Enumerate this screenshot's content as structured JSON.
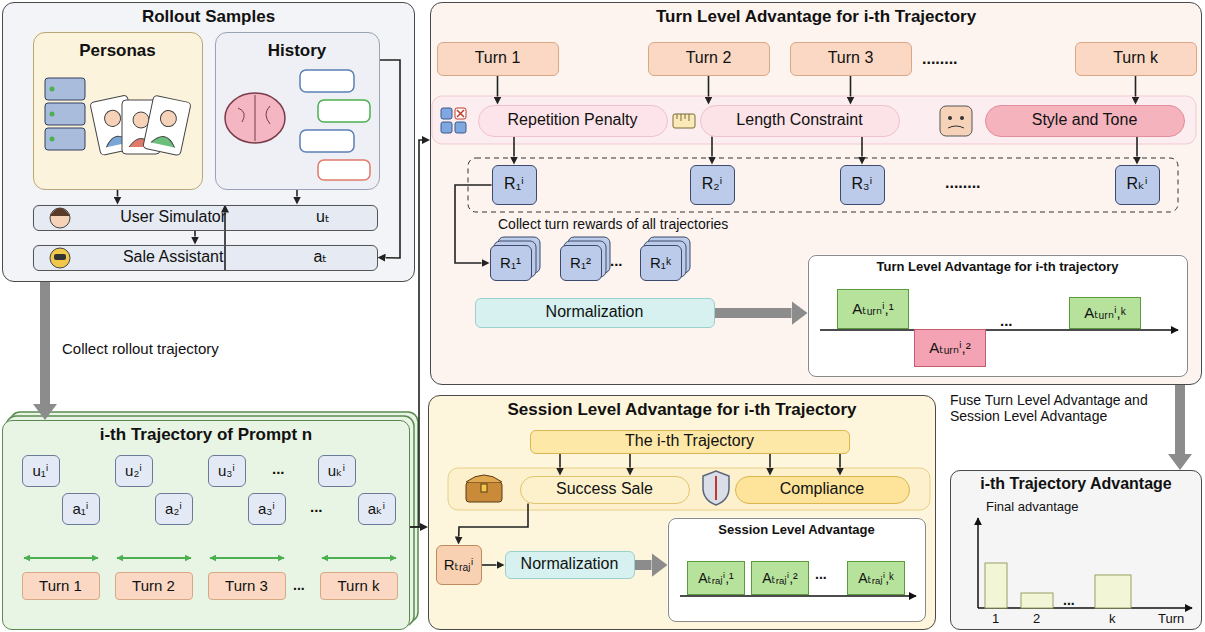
{
  "diagram": {
    "nodes": [
      {
        "text": [
          "Rollout Samples"
        ]
      },
      {
        "text": [
          "Personas"
        ],
        "in": 0
      },
      {
        "text": [
          "History"
        ],
        "in": 0
      },
      {
        "text": [
          "User Simulator",
          "uₜ"
        ],
        "in": 0
      },
      {
        "text": [
          "Sale Assistant",
          "aₜ"
        ],
        "in": 0
      },
      {
        "text": [
          "Turn Level Advantage for i-th Trajectory"
        ]
      },
      {
        "text": [
          "Turn 1"
        ],
        "in": 5
      },
      {
        "text": [
          "Turn 2"
        ],
        "in": 5
      },
      {
        "text": [
          "Turn 3"
        ],
        "in": 5
      },
      {
        "text": [
          "Turn k"
        ],
        "in": 5
      },
      {
        "text": [
          "Repetition Penalty"
        ],
        "in": 5
      },
      {
        "text": [
          "Length Constraint"
        ],
        "in": 5
      },
      {
        "text": [
          "Style and Tone"
        ],
        "in": 5
      },
      {
        "text": [
          "R₁ⁱ"
        ],
        "in": 5
      },
      {
        "text": [
          "R₂ⁱ"
        ],
        "in": 5
      },
      {
        "text": [
          "R₃ⁱ"
        ],
        "in": 5
      },
      {
        "text": [
          "Rₖⁱ"
        ],
        "in": 5
      },
      {
        "text": [
          "R₁¹"
        ],
        "in": 5
      },
      {
        "text": [
          "R₁²"
        ],
        "in": 5
      },
      {
        "text": [
          "R₁ᵏ"
        ],
        "in": 5
      },
      {
        "text": [
          "Normalization"
        ],
        "in": 5
      },
      {
        "text": [
          "Turn Level Advantage for i-th trajectory"
        ],
        "in": 5
      },
      {
        "text": [
          "Aₜᵤᵣₙⁱ,¹"
        ],
        "in": 21
      },
      {
        "text": [
          "Aₜᵤᵣₙⁱ,²"
        ],
        "in": 21
      },
      {
        "text": [
          "Aₜᵤᵣₙⁱ,ᵏ"
        ],
        "in": 21
      },
      {
        "text": [
          "i-th Trajectory of Prompt n"
        ]
      },
      {
        "text": [
          "u₁ⁱ"
        ],
        "in": 25
      },
      {
        "text": [
          "a₁ⁱ"
        ],
        "in": 25
      },
      {
        "text": [
          "u₂ⁱ"
        ],
        "in": 25
      },
      {
        "text": [
          "a₂ⁱ"
        ],
        "in": 25
      },
      {
        "text": [
          "u₃ⁱ"
        ],
        "in": 25
      },
      {
        "text": [
          "a₃ⁱ"
        ],
        "in": 25
      },
      {
        "text": [
          "uₖⁱ"
        ],
        "in": 25
      },
      {
        "text": [
          "aₖⁱ"
        ],
        "in": 25
      },
      {
        "text": [
          "Turn 1"
        ],
        "in": 25
      },
      {
        "text": [
          "Turn 2"
        ],
        "in": 25
      },
      {
        "text": [
          "Turn 3"
        ],
        "in": 25
      },
      {
        "text": [
          "Turn k"
        ],
        "in": 25
      },
      {
        "text": [
          "Session Level Advantage for i-th Trajectory"
        ]
      },
      {
        "text": [
          "The i-th Trajectory"
        ],
        "in": 38
      },
      {
        "text": [
          "Success Sale"
        ],
        "in": 38
      },
      {
        "text": [
          "Compliance"
        ],
        "in": 38
      },
      {
        "text": [
          "Rₜᵣₐⱼⁱ"
        ],
        "in": 38
      },
      {
        "text": [
          "Normalization"
        ],
        "in": 38
      },
      {
        "text": [
          "Session Level Advantage"
        ],
        "in": 38
      },
      {
        "text": [
          "Aₜᵣₐⱼⁱ,¹"
        ],
        "in": 44
      },
      {
        "text": [
          "Aₜᵣₐⱼⁱ,²"
        ],
        "in": 44
      },
      {
        "text": [
          "Aₜᵣₐⱼⁱ,ᵏ"
        ],
        "in": 44
      },
      {
        "text": [
          "i-th Trajectory Advantage"
        ]
      }
    ],
    "edges": [
      {
        "from": 1,
        "to": 3,
        "arrow": "to"
      },
      {
        "from": 2,
        "to": 3,
        "arrow": "to"
      },
      {
        "from": 3,
        "to": 4,
        "arrow": "to"
      },
      {
        "from": 4,
        "to": 3,
        "arrow": "to"
      },
      {
        "from": 2,
        "to": 4,
        "arrow": "to"
      },
      {
        "from": 0,
        "to": 25,
        "arrow": "to"
      },
      {
        "from": 25,
        "to": 5,
        "arrow": "to"
      },
      {
        "from": 25,
        "to": 38,
        "arrow": "to"
      },
      {
        "from": 6,
        "to": 10,
        "arrow": "to"
      },
      {
        "from": 7,
        "to": 11,
        "arrow": "to"
      },
      {
        "from": 8,
        "to": 11,
        "arrow": "to"
      },
      {
        "from": 9,
        "to": 12,
        "arrow": "to"
      },
      {
        "from": 10,
        "to": 13,
        "arrow": "to"
      },
      {
        "from": 11,
        "to": 14,
        "arrow": "to"
      },
      {
        "from": 11,
        "to": 15,
        "arrow": "to"
      },
      {
        "from": 12,
        "to": 16,
        "arrow": "to"
      },
      {
        "from": 13,
        "to": 17,
        "arrow": "to"
      },
      {
        "from": 20,
        "to": 21,
        "arrow": "to"
      },
      {
        "from": 5,
        "to": 48,
        "arrow": "to"
      },
      {
        "from": 39,
        "to": 40,
        "arrow": "to"
      },
      {
        "from": 39,
        "to": 41,
        "arrow": "to"
      },
      {
        "from": 40,
        "to": 42,
        "arrow": "to"
      },
      {
        "from": 42,
        "to": 43,
        "arrow": "to"
      },
      {
        "from": 43,
        "to": 44,
        "arrow": "to"
      }
    ],
    "labels": [
      "Collect rollout trajectory",
      "........",
      "........",
      "Collect turn rewards of all trajectories",
      "...",
      "...",
      "...",
      "...",
      "...",
      "...",
      "Fuse Turn Level Advantage and Session Level Advantage",
      "Final advantage",
      "1",
      "2",
      "...",
      "k",
      "Turn"
    ]
  }
}
